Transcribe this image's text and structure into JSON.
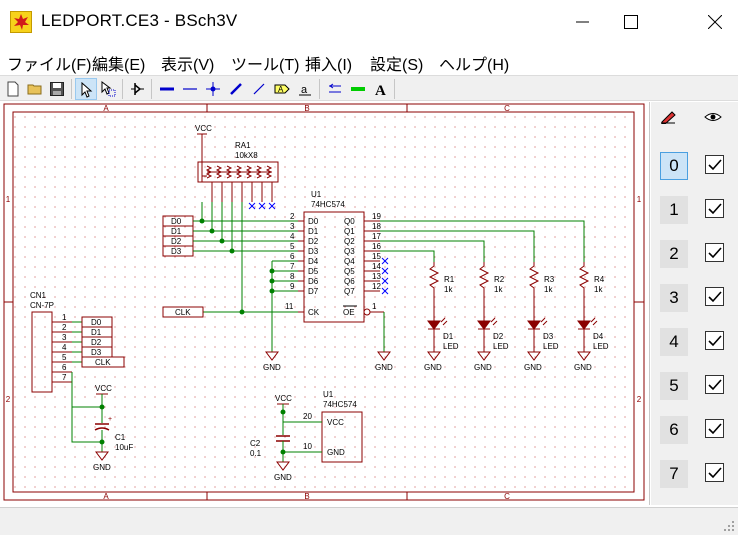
{
  "window": {
    "title": "LEDPORT.CE3 - BSch3V"
  },
  "menu": [
    "ファイル(F)",
    "編集(E)",
    "表示(V)",
    "ツール(T)",
    "挿入(I)",
    "設定(S)",
    "ヘルプ(H)"
  ],
  "toolbar": {
    "tools": [
      "new-file-icon",
      "open-folder-icon",
      "save-icon",
      "select-arrow-icon",
      "drag-select-icon",
      "part-icon",
      "bus-icon",
      "wire-icon",
      "junction-icon",
      "bus-entry-icon",
      "wire-entry-icon",
      "tag-icon",
      "label-icon",
      "comment-icon",
      "entry-icon",
      "marker-icon",
      "text-icon"
    ],
    "text_tool_label": "A"
  },
  "layers": {
    "items": [
      {
        "label": "0",
        "visible": true,
        "selected": true
      },
      {
        "label": "1",
        "visible": true,
        "selected": false
      },
      {
        "label": "2",
        "visible": true,
        "selected": false
      },
      {
        "label": "3",
        "visible": true,
        "selected": false
      },
      {
        "label": "4",
        "visible": true,
        "selected": false
      },
      {
        "label": "5",
        "visible": true,
        "selected": false
      },
      {
        "label": "6",
        "visible": true,
        "selected": false
      },
      {
        "label": "7",
        "visible": true,
        "selected": false
      }
    ]
  },
  "schematic": {
    "frame": {
      "col_labels": [
        "A",
        "B",
        "C"
      ],
      "row_labels": [
        "1",
        "2"
      ]
    },
    "colors": {
      "frame": "#8b0000",
      "component": "#8b0000",
      "wire": "#008000",
      "junction": "#008000",
      "text": "#000000",
      "no_connect": "#0000ff"
    },
    "labels": {
      "ra1_ref": "RA1",
      "ra1_value": "10kX8",
      "vcc": "VCC",
      "gnd": "GND",
      "u1_ref": "U1",
      "u1_value": "74HC574",
      "clk": "CLK",
      "cn1_ref": "CN1",
      "cn1_value": "CN-7P",
      "c1_ref": "C1",
      "c1_value": "10uF",
      "c2_ref": "C2",
      "c2_value": "0.1",
      "u1b_ref": "U1",
      "u1b_value": "74HC574",
      "vcc_pin": "VCC",
      "gnd_pin": "GND",
      "oe": "OE",
      "ck": "CK",
      "pin20": "20",
      "pin10": "10",
      "pin11": "11",
      "pin1": "1"
    },
    "data_inputs": [
      "D0",
      "D1",
      "D2",
      "D3"
    ],
    "cn1_labels": [
      "D0",
      "D1",
      "D2",
      "D3",
      "CLK"
    ],
    "cn1_pins": [
      "1",
      "2",
      "3",
      "4",
      "5",
      "6",
      "7"
    ],
    "u1_left_pins": [
      {
        "num": "2",
        "name": "D0"
      },
      {
        "num": "3",
        "name": "D1"
      },
      {
        "num": "4",
        "name": "D2"
      },
      {
        "num": "5",
        "name": "D3"
      },
      {
        "num": "6",
        "name": "D4"
      },
      {
        "num": "7",
        "name": "D5"
      },
      {
        "num": "8",
        "name": "D6"
      },
      {
        "num": "9",
        "name": "D7"
      }
    ],
    "u1_right_pins": [
      {
        "num": "19",
        "name": "Q0"
      },
      {
        "num": "18",
        "name": "Q1"
      },
      {
        "num": "17",
        "name": "Q2"
      },
      {
        "num": "16",
        "name": "Q3"
      },
      {
        "num": "15",
        "name": "Q4"
      },
      {
        "num": "14",
        "name": "Q5"
      },
      {
        "num": "13",
        "name": "Q6"
      },
      {
        "num": "12",
        "name": "Q7"
      }
    ],
    "resistors": [
      {
        "ref": "R1",
        "value": "1k"
      },
      {
        "ref": "R2",
        "value": "1k"
      },
      {
        "ref": "R3",
        "value": "1k"
      },
      {
        "ref": "R4",
        "value": "1k"
      }
    ],
    "leds": [
      {
        "ref": "D1",
        "value": "LED"
      },
      {
        "ref": "D2",
        "value": "LED"
      },
      {
        "ref": "D3",
        "value": "LED"
      },
      {
        "ref": "D4",
        "value": "LED"
      }
    ]
  }
}
